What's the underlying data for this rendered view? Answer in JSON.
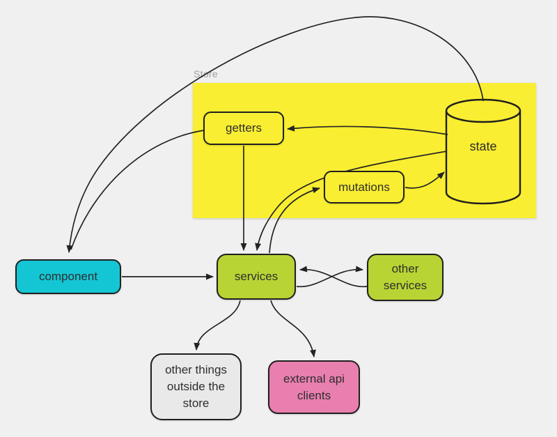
{
  "store_label": "Store",
  "nodes": {
    "getters": {
      "label": "getters"
    },
    "mutations": {
      "label": "mutations"
    },
    "state": {
      "label": "state"
    },
    "component": {
      "label": "component"
    },
    "services": {
      "label": "services"
    },
    "other_services": {
      "label": "other services"
    },
    "other_things": {
      "label": "other things outside the store"
    },
    "external_api": {
      "label": "external api clients"
    }
  },
  "edges": [
    {
      "from": "state",
      "to": "component"
    },
    {
      "from": "getters",
      "to": "component"
    },
    {
      "from": "state",
      "to": "getters"
    },
    {
      "from": "getters",
      "to": "services"
    },
    {
      "from": "state",
      "to": "services"
    },
    {
      "from": "services",
      "to": "mutations"
    },
    {
      "from": "mutations",
      "to": "state"
    },
    {
      "from": "component",
      "to": "services"
    },
    {
      "from": "other_services",
      "to": "services"
    },
    {
      "from": "services",
      "to": "other_services"
    },
    {
      "from": "services",
      "to": "other_things"
    },
    {
      "from": "services",
      "to": "external_api"
    }
  ],
  "colors": {
    "background": "#f0f0f0",
    "store_fill": "#f9ee31",
    "node_yellow": "#f9ee31",
    "green": "#b8d434",
    "cyan": "#14c6d4",
    "pink": "#e87fae",
    "gray_node": "#e9e9e9",
    "node_border": "#1f1f1f",
    "edge": "#232323",
    "store_label_color": "#9e9e9e"
  }
}
